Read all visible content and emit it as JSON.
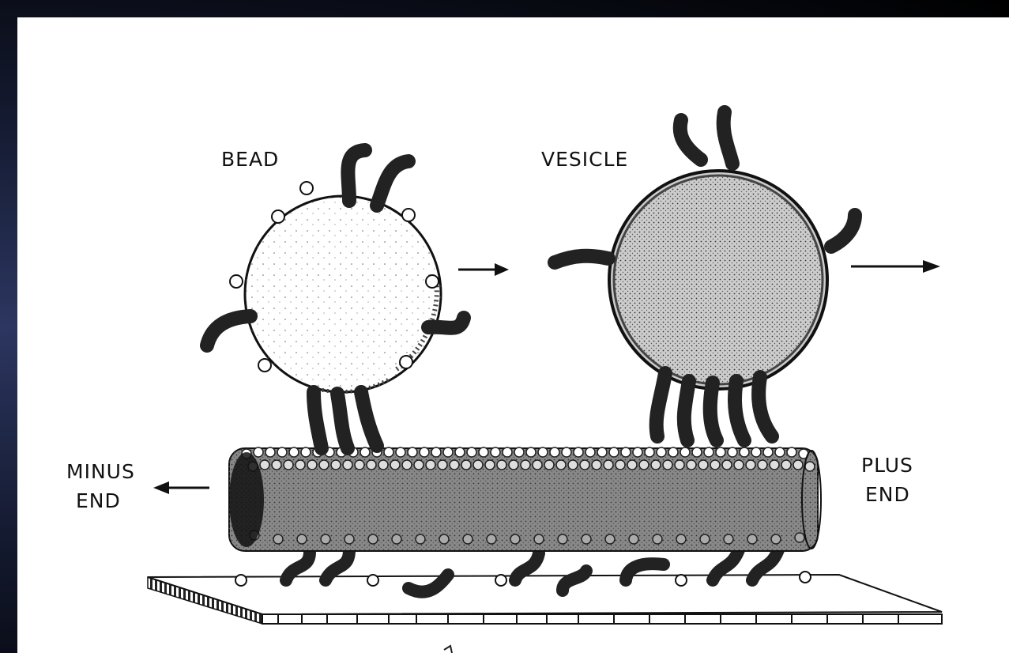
{
  "labels": {
    "bead": "BEAD",
    "vesicle": "VESICLE",
    "minus_end_line1": "MINUS",
    "minus_end_line2": "END",
    "plus_end_line1": "PLUS",
    "plus_end_line2": "END"
  },
  "icons": {
    "arrow_right_bead": "arrow-right-icon",
    "arrow_right_vesicle": "arrow-right-icon",
    "arrow_left_minus": "arrow-left-icon"
  },
  "colors": {
    "background_dark": "#141a30",
    "panel": "#ffffff",
    "ink": "#111111"
  }
}
